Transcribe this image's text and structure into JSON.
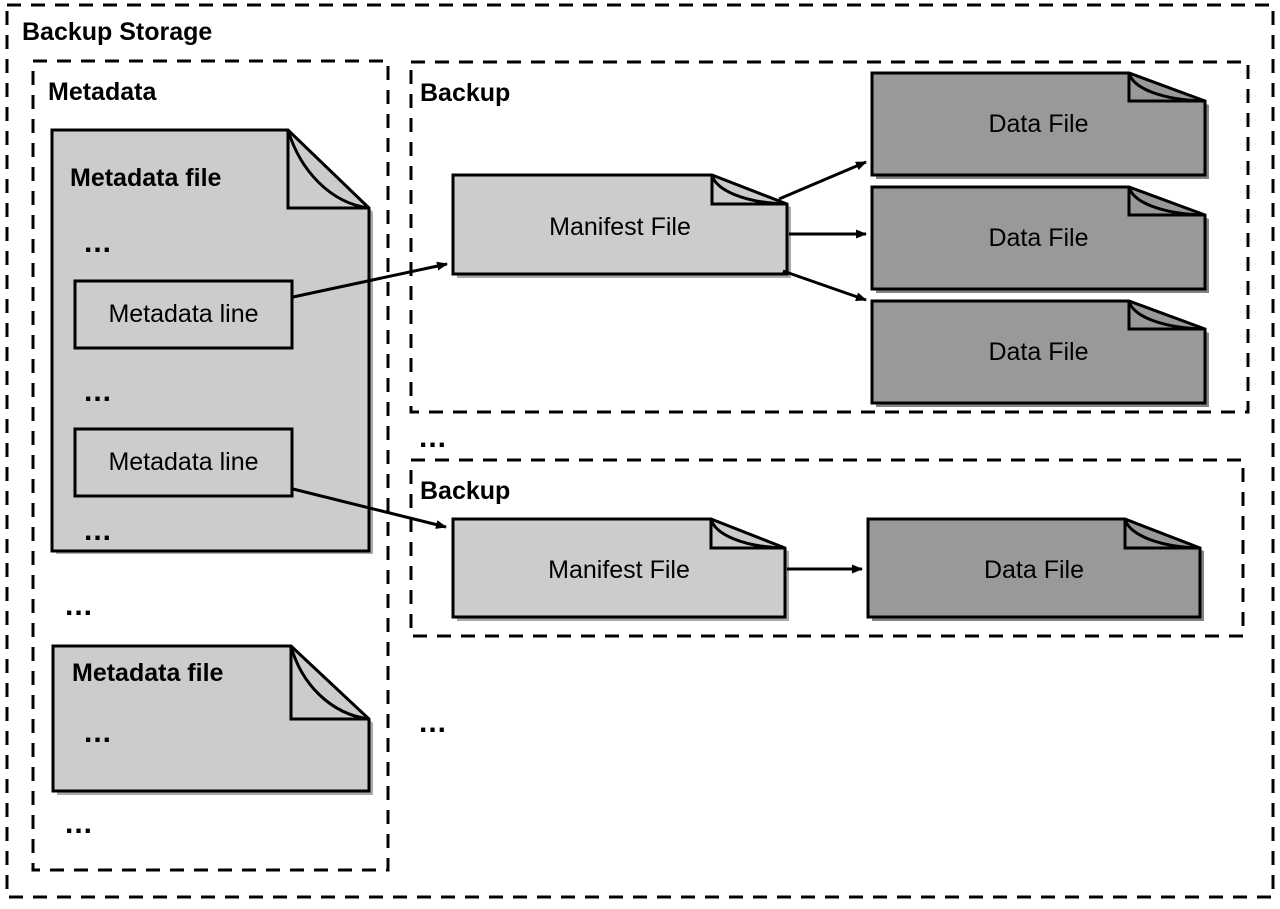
{
  "diagram": {
    "title": "Backup Storage",
    "outer_container": {
      "label": "Backup Storage",
      "border_style": "dashed",
      "border_color": "#000000"
    },
    "colors": {
      "metadata_file_fill": "#cccccc",
      "manifest_file_fill": "#cccccc",
      "data_file_fill": "#999999",
      "metadata_line_fill": "#cccccc",
      "stroke": "#000000",
      "background": "#ffffff"
    },
    "regions": [
      {
        "name": "metadata-region",
        "label": "Metadata",
        "border_style": "dashed"
      },
      {
        "name": "backup-region-1",
        "label": "Backup",
        "border_style": "dashed"
      },
      {
        "name": "backup-region-2",
        "label": "Backup",
        "border_style": "dashed"
      }
    ],
    "metadata": {
      "label": "Metadata",
      "files": [
        {
          "name": "metadata-file-1",
          "title": "Metadata file",
          "ellipsis_top": "...",
          "lines": [
            {
              "label": "Metadata line"
            },
            {
              "label": "Metadata line"
            }
          ],
          "ellipsis_middle": "...",
          "ellipsis_bottom": "..."
        },
        {
          "name": "metadata-file-2",
          "title": "Metadata file",
          "ellipsis_top": "..."
        }
      ],
      "ellipsis_between_files": "...",
      "ellipsis_after_files": "..."
    },
    "backups": [
      {
        "name": "backup-1",
        "label": "Backup",
        "manifest": {
          "label": "Manifest File"
        },
        "data_files": [
          {
            "label": "Data File"
          },
          {
            "label": "Data File"
          },
          {
            "label": "Data File"
          }
        ]
      },
      {
        "name": "backup-2",
        "label": "Backup",
        "manifest": {
          "label": "Manifest File"
        },
        "data_files": [
          {
            "label": "Data File"
          }
        ]
      }
    ],
    "ellipsis_between_backups": "...",
    "ellipsis_after_backups": "...",
    "arrows": [
      {
        "from": "metadata-line-1",
        "to": "manifest-file-1"
      },
      {
        "from": "metadata-line-2",
        "to": "manifest-file-2"
      },
      {
        "from": "manifest-file-1",
        "to": "data-file-1-1"
      },
      {
        "from": "manifest-file-1",
        "to": "data-file-1-2"
      },
      {
        "from": "manifest-file-1",
        "to": "data-file-1-3"
      },
      {
        "from": "manifest-file-2",
        "to": "data-file-2-1"
      }
    ]
  }
}
